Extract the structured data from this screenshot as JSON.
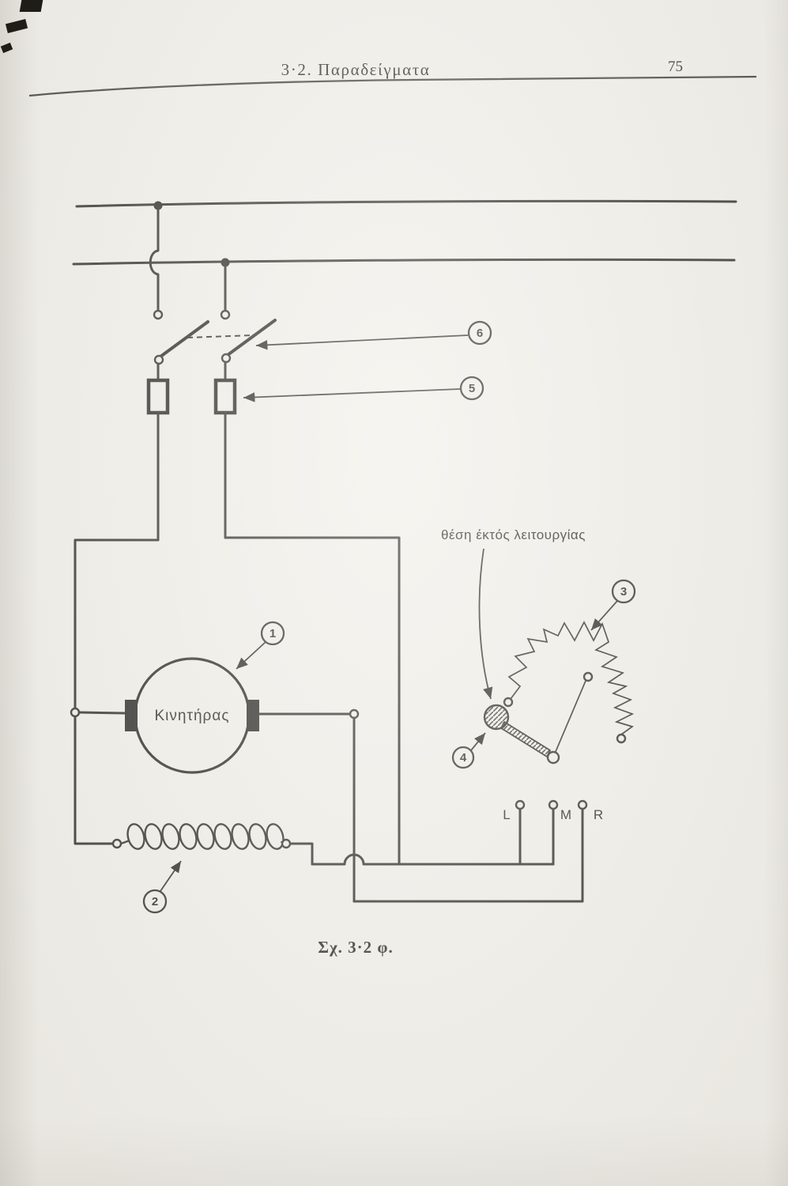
{
  "colors": {
    "paper": "#f2f0ea",
    "ink": "#3f3e3a"
  },
  "header": {
    "section_title": "3·2. Παραδείγματα",
    "page_number": "75"
  },
  "figure": {
    "caption": "Σχ. 3·2 φ.",
    "motor_label": "Κινητήρας",
    "off_position_note": "θέση έκτός λειτουργίας",
    "terminals": {
      "left": "L",
      "middle": "M",
      "right": "R"
    },
    "callouts": {
      "motor": "1",
      "field_coil": "2",
      "starting_resistor": "3",
      "switch_arm": "4",
      "fuse": "5",
      "main_switch": "6"
    }
  }
}
